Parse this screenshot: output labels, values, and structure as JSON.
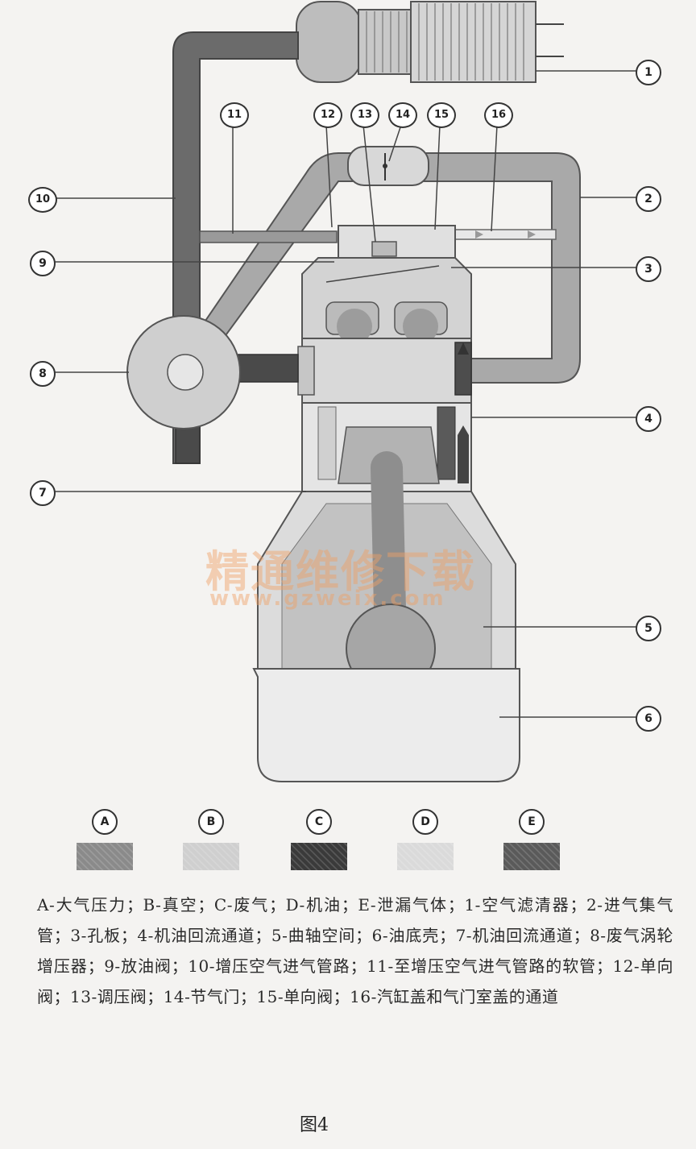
{
  "callouts": [
    "1",
    "2",
    "3",
    "4",
    "5",
    "6",
    "7",
    "8",
    "9",
    "10",
    "11",
    "12",
    "13",
    "14",
    "15",
    "16"
  ],
  "legend": [
    {
      "letter": "A",
      "color": "#8a8a8a"
    },
    {
      "letter": "B",
      "color": "#cfcfcf"
    },
    {
      "letter": "C",
      "color": "#3a3a3a"
    },
    {
      "letter": "D",
      "color": "#dadada"
    },
    {
      "letter": "E",
      "color": "#5a5a5a"
    }
  ],
  "caption": "A-大气压力；B-真空；C-废气；D-机油；E-泄漏气体；1-空气滤清器；2-进气集气管；3-孔板；4-机油回流通道；5-曲轴空间；6-油底壳；7-机油回流通道；8-废气涡轮增压器；9-放油阀；10-增压空气进气管路；11-至增压空气进气管路的软管；12-单向阀；13-调压阀；14-节气门；15-单向阀；16-汽缸盖和气门室盖的通道",
  "figure_label": "图4",
  "watermark": {
    "text": "精通维修下载",
    "url": "www.gzweix.com"
  }
}
